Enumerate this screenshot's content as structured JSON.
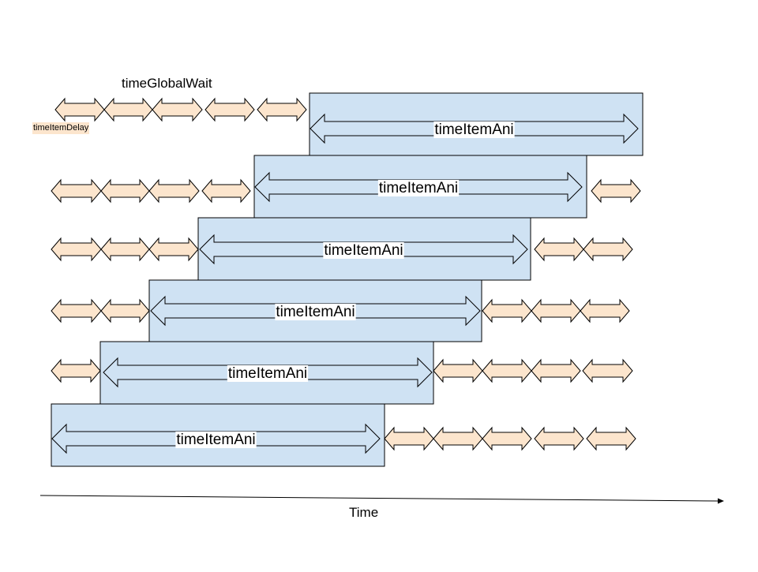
{
  "colors": {
    "delay_fill": "#fce5cd",
    "ani_box_fill": "#cfe2f3",
    "stroke": "#000000",
    "label_bg": "#ffffff"
  },
  "labels": {
    "global_wait": "timeGlobalWait",
    "item_delay": "timeItemDelay",
    "time_axis": "Time"
  },
  "rows": [
    {
      "ani_label": "timeItemAni",
      "delays_before": 5,
      "delays_after": 0
    },
    {
      "ani_label": "timeItemAni",
      "delays_before": 4,
      "delays_after": 1
    },
    {
      "ani_label": "timeItemAni",
      "delays_before": 3,
      "delays_after": 2
    },
    {
      "ani_label": "timeItemAni",
      "delays_before": 2,
      "delays_after": 3
    },
    {
      "ani_label": "timeItemAni",
      "delays_before": 1,
      "delays_after": 4
    },
    {
      "ani_label": "timeItemAni",
      "delays_before": 0,
      "delays_after": 5
    }
  ]
}
